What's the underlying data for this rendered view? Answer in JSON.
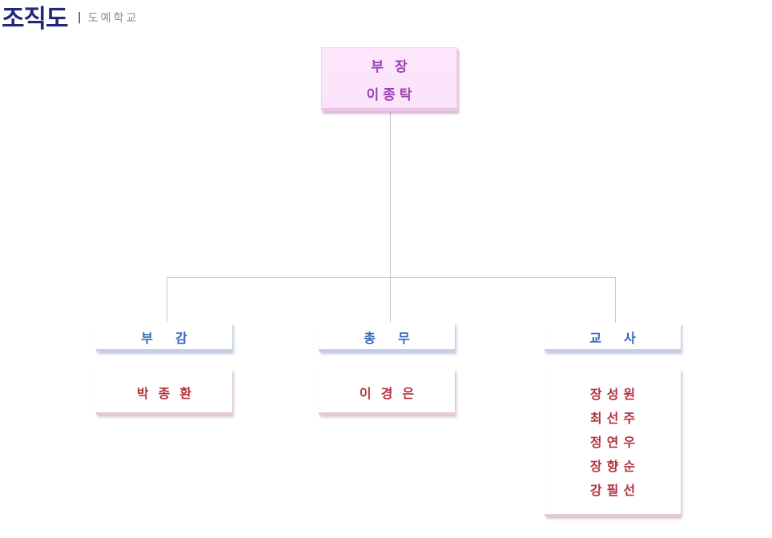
{
  "header": {
    "title": "조직도",
    "separator": "|",
    "subtitle": "도예학교"
  },
  "top": {
    "role": "부장",
    "name": "이종탁"
  },
  "branches": [
    {
      "role": "부감",
      "names": [
        "박종환"
      ]
    },
    {
      "role": "총무",
      "names": [
        "이경은"
      ]
    },
    {
      "role": "교사",
      "names": [
        "장성원",
        "최선주",
        "정연우",
        "장향순",
        "강필선"
      ]
    }
  ]
}
